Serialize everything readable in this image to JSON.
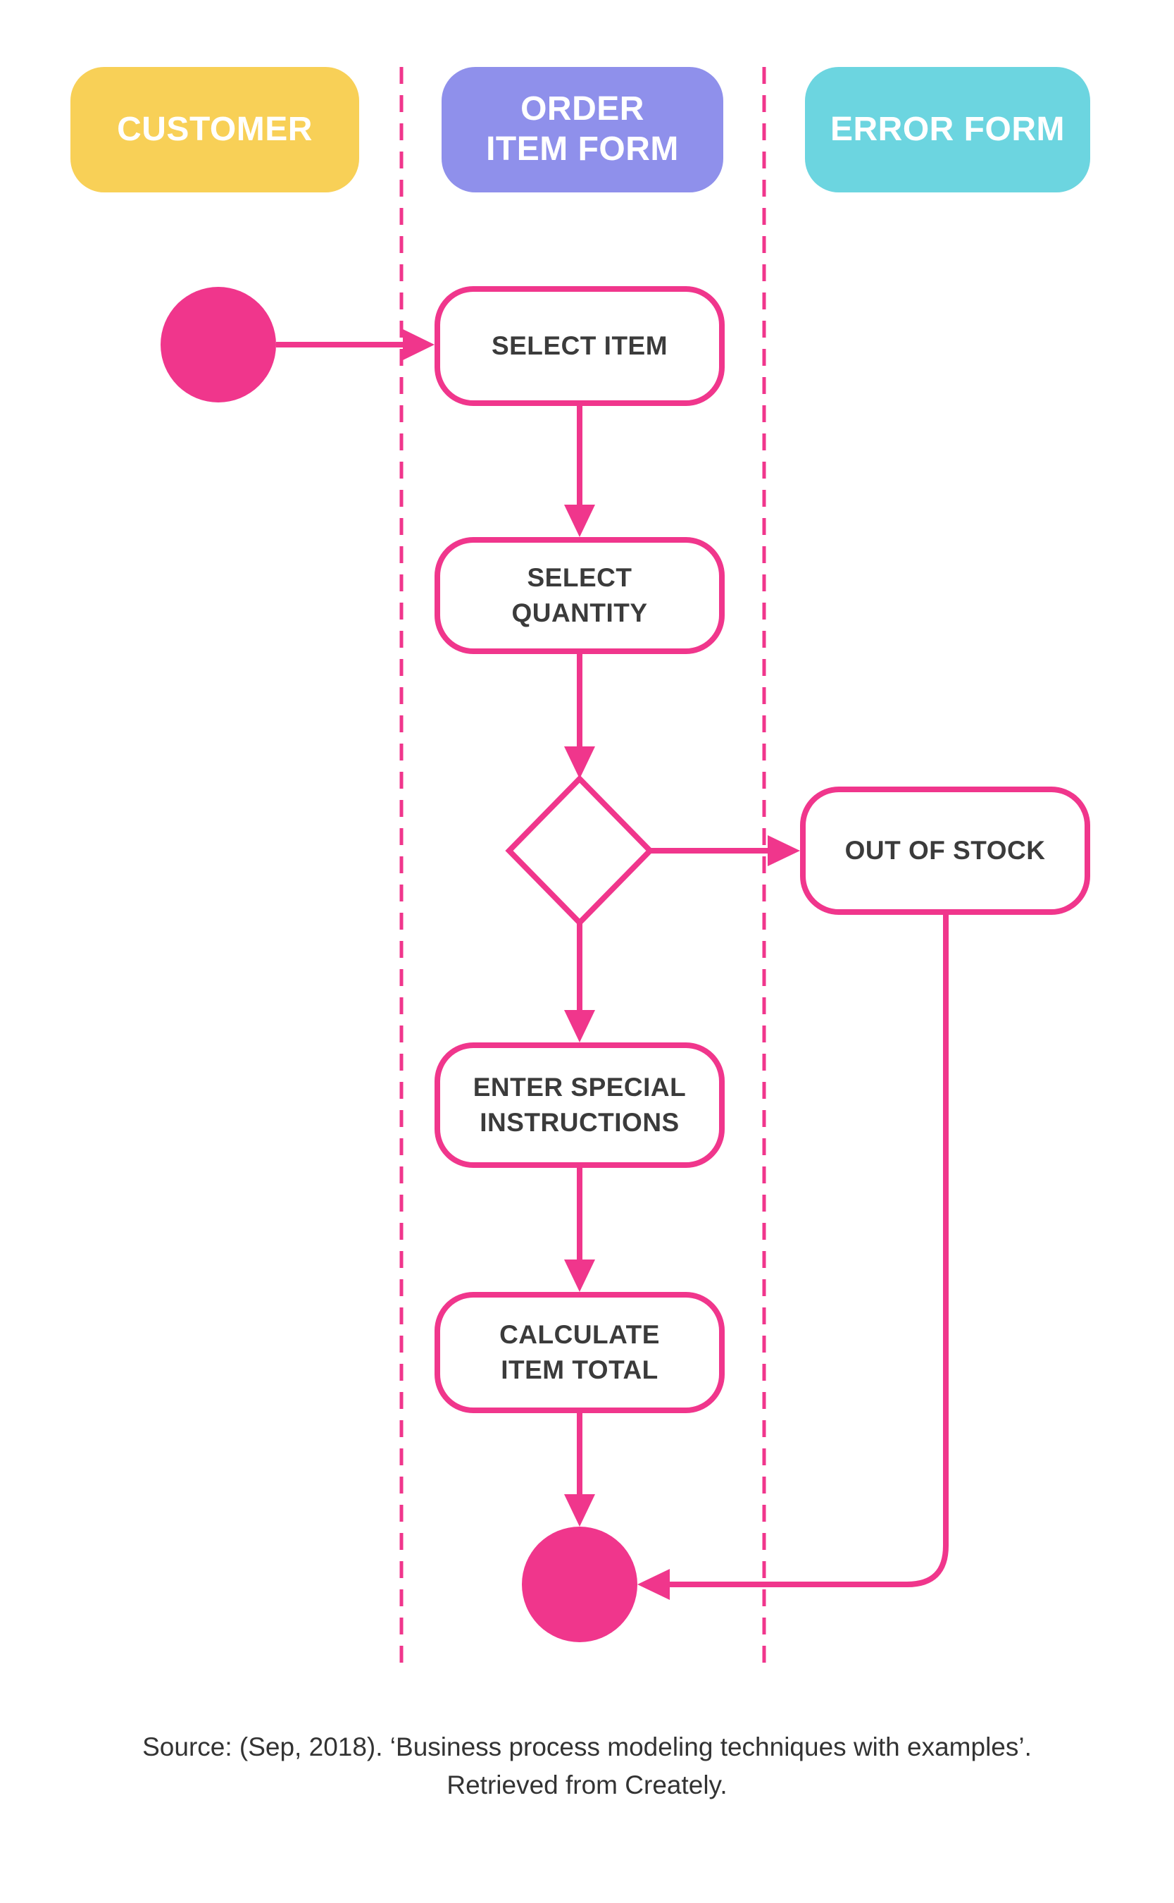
{
  "colors": {
    "pink": "#f0368c",
    "yellow": "#f8d057",
    "purple": "#8f90eb",
    "teal": "#6cd5e0",
    "node_text": "#3b3b3b",
    "header_text": "#ffffff",
    "caption_text": "#333333",
    "background": "#ffffff"
  },
  "lanes": {
    "customer": {
      "label": "CUSTOMER"
    },
    "order_item_form": {
      "label": "ORDER\nITEM FORM"
    },
    "error_form": {
      "label": "ERROR FORM"
    }
  },
  "nodes": {
    "select_item": {
      "label": "SELECT ITEM"
    },
    "select_quantity": {
      "label": "SELECT\nQUANTITY"
    },
    "out_of_stock": {
      "label": "OUT OF STOCK"
    },
    "enter_special_instructions": {
      "label": "ENTER SPECIAL\nINSTRUCTIONS"
    },
    "calculate_item_total": {
      "label": "CALCULATE\nITEM TOTAL"
    }
  },
  "caption": {
    "text": "Source: (Sep, 2018). ‘Business process modeling techniques with examples’. Retrieved from Creately."
  }
}
